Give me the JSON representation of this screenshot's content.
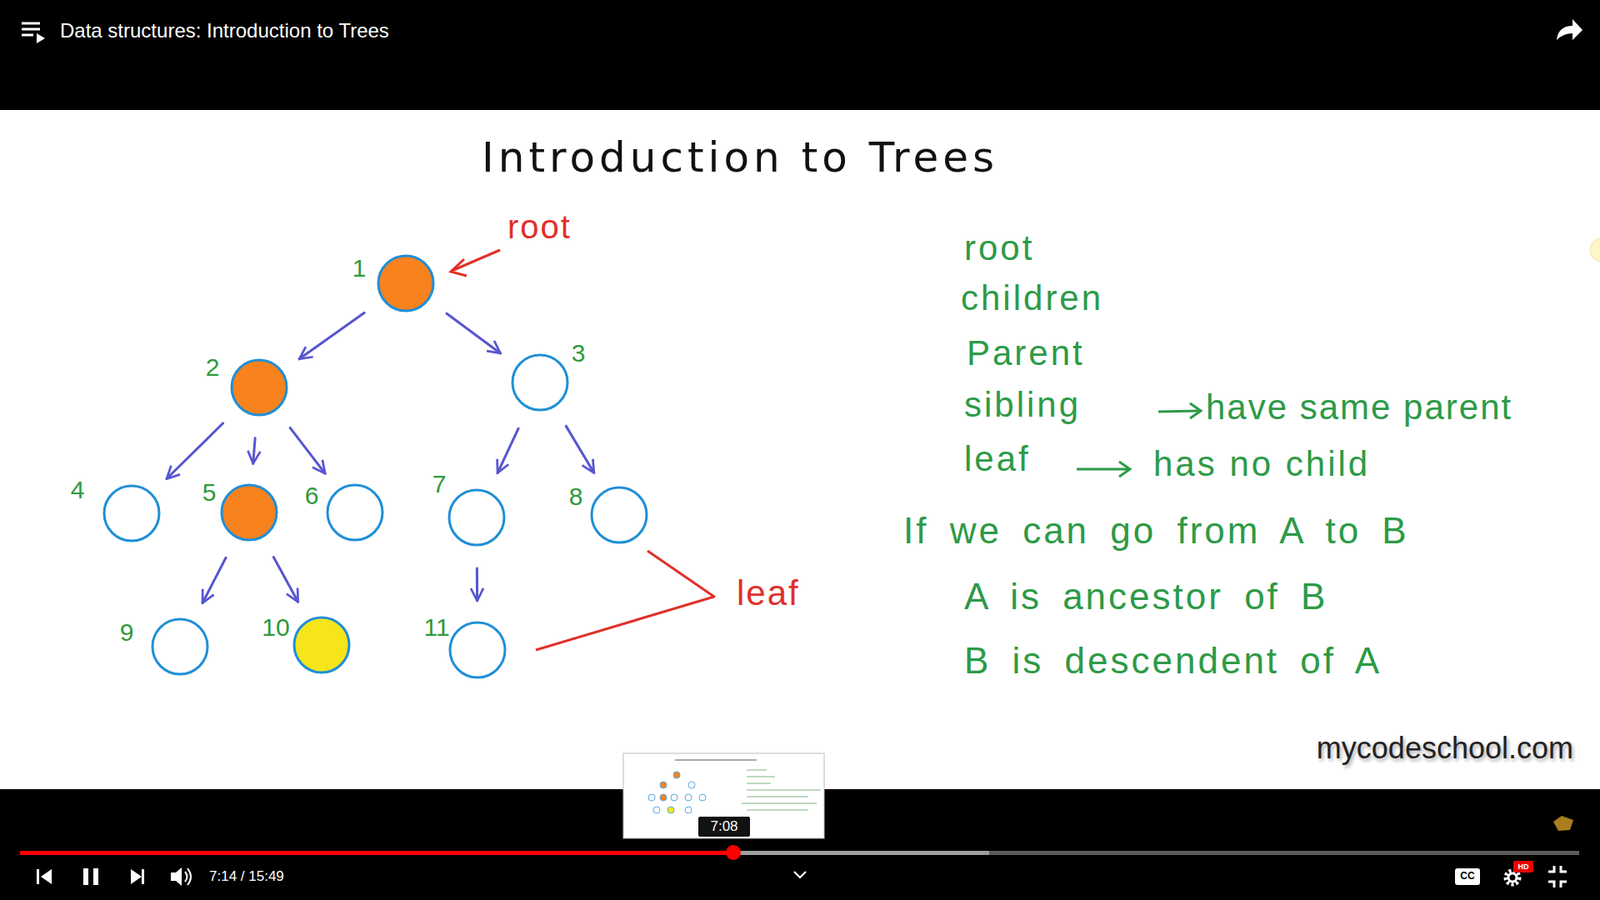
{
  "diagram": {
    "title": "Introduction to Trees",
    "nodes": [
      {
        "text": [
          "1"
        ]
      },
      {
        "text": [
          "2"
        ]
      },
      {
        "text": [
          "3"
        ]
      },
      {
        "text": [
          "4"
        ]
      },
      {
        "text": [
          "5"
        ]
      },
      {
        "text": [
          "6"
        ]
      },
      {
        "text": [
          "7"
        ]
      },
      {
        "text": [
          "8"
        ]
      },
      {
        "text": [
          "9"
        ]
      },
      {
        "text": [
          "10"
        ]
      },
      {
        "text": [
          "11"
        ]
      }
    ],
    "edges": [
      {
        "from": 0,
        "to": 1,
        "arrow": "to"
      },
      {
        "from": 0,
        "to": 2,
        "arrow": "to"
      },
      {
        "from": 1,
        "to": 3,
        "arrow": "to"
      },
      {
        "from": 1,
        "to": 4,
        "arrow": "to"
      },
      {
        "from": 1,
        "to": 5,
        "arrow": "to"
      },
      {
        "from": 2,
        "to": 6,
        "arrow": "to"
      },
      {
        "from": 2,
        "to": 7,
        "arrow": "to"
      },
      {
        "from": 4,
        "to": 8,
        "arrow": "to"
      },
      {
        "from": 4,
        "to": 9,
        "arrow": "to"
      },
      {
        "from": 6,
        "to": 10,
        "arrow": "to"
      }
    ],
    "labels": [
      "Data structures: Introduction to Trees",
      "root",
      "leaf",
      "root",
      "children",
      "Parent",
      "sibling",
      "have same parent",
      "leaf",
      "has no child",
      "If we can go from A to B",
      "A is ancestor of B",
      "B is descendent of A",
      "mycodeschool.com",
      "7:08",
      "7:14 / 15:49",
      "CC",
      "HD"
    ]
  }
}
